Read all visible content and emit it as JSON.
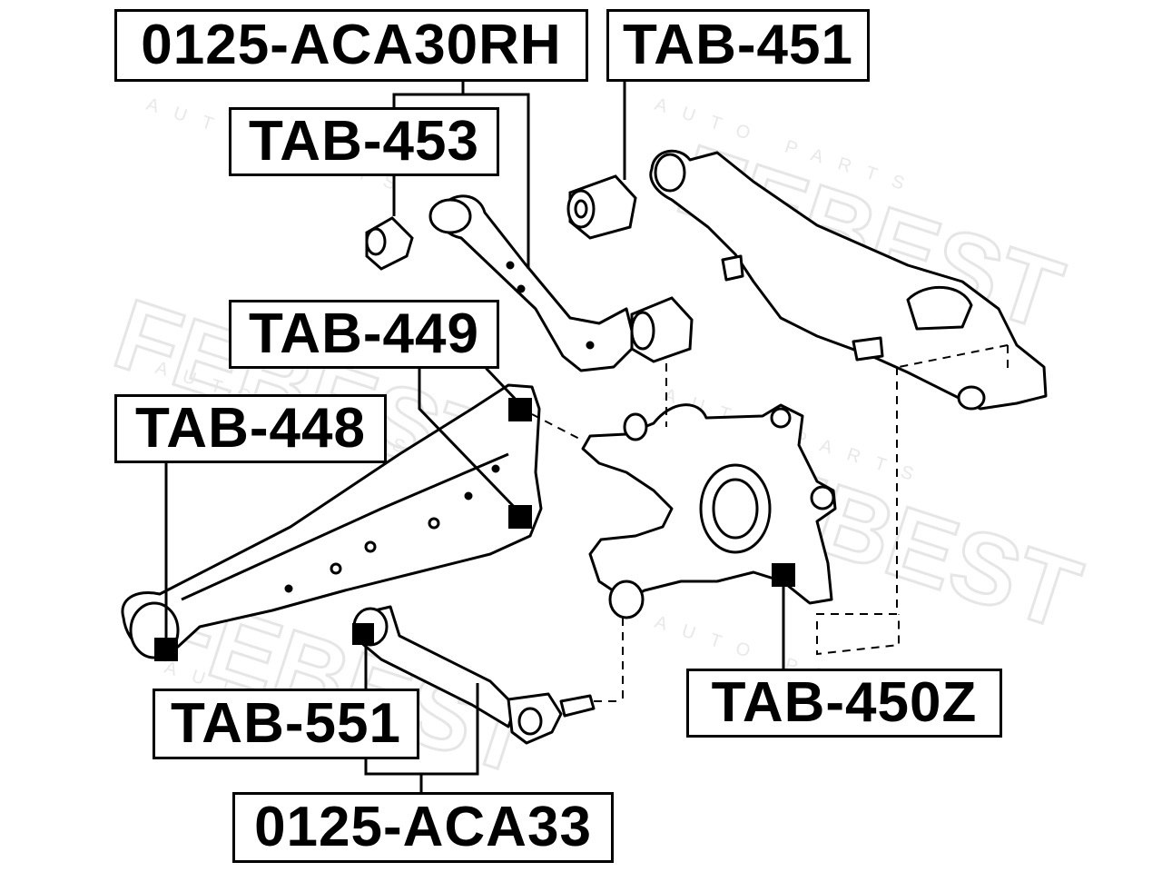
{
  "watermark": {
    "brand": "FEBEST",
    "tagline": "AUTO PARTS"
  },
  "labels": {
    "aca30rh": "0125-ACA30RH",
    "tab451": "TAB-451",
    "tab453": "TAB-453",
    "tab449": "TAB-449",
    "tab448": "TAB-448",
    "tab551": "TAB-551",
    "tab450z": "TAB-450Z",
    "aca33": "0125-ACA33"
  },
  "colors": {
    "ink": "#000000",
    "watermark": "#e6e6e6",
    "background": "#ffffff"
  }
}
